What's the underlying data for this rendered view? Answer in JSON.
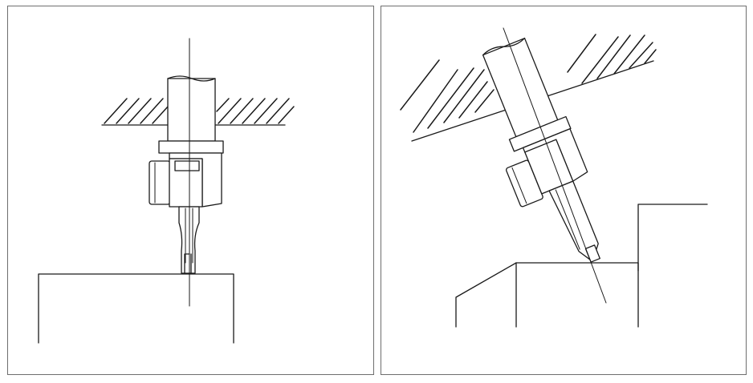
{
  "figure": {
    "panels": [
      {
        "id": "left",
        "view": "tool-perpendicular-to-surface"
      },
      {
        "id": "right",
        "view": "tool-tilted-on-step-edge"
      }
    ],
    "colors": {
      "line": "#1a1a1a",
      "frame": "#6e6e6e",
      "background": "#ffffff"
    }
  }
}
